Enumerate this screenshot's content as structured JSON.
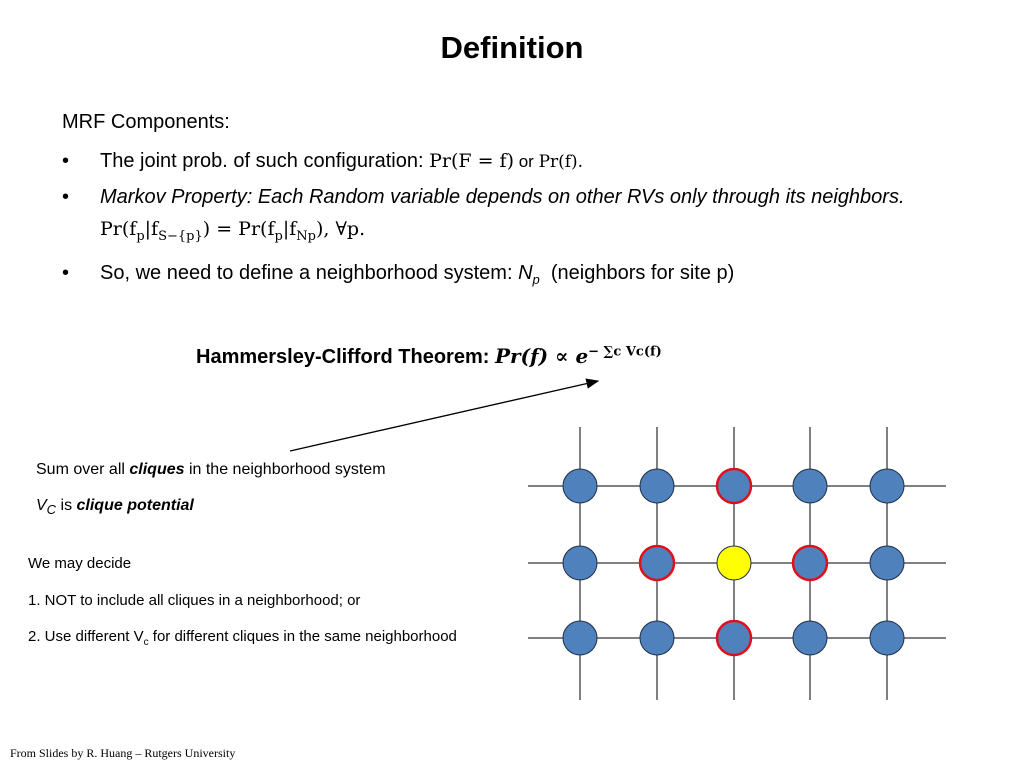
{
  "title": "Definition",
  "heading": "MRF Components:",
  "bullet_char": "•",
  "bullet1": {
    "text": "The joint prob. of such configuration: ",
    "math1": "Pr(F = f)",
    "or": " or ",
    "math2": "Pr(f)."
  },
  "bullet2": {
    "text": "Markov Property: Each Random variable depends on other RVs only through its neighbors. ",
    "math_prefix": "Pr(f",
    "math_sub_p": "p",
    "math_mid1": "|f",
    "math_sub_s": "S−{p}",
    "math_mid2": ") = Pr(f",
    "math_sub_p2": "p",
    "math_mid3": "|f",
    "math_sub_np": "Np",
    "math_end": "), ∀p."
  },
  "bullet3": {
    "text": "So, we need to define a neighborhood system: ",
    "np_letter": "N",
    "np_sub": "p",
    "suffix": "  (neighbors for site p)"
  },
  "theorem": {
    "label": "Hammersley-Clifford Theorem: ",
    "lhs": "Pr(f) ∝ e",
    "exponent": "− ∑c Vc(f)"
  },
  "note1": {
    "prefix": "Sum over all ",
    "emph": "cliques",
    "suffix": " in the neighborhood system"
  },
  "note2": {
    "v": "V",
    "v_sub": "C",
    "is": " is ",
    "emph": "clique potential"
  },
  "decide": {
    "line1": "We may decide",
    "line2": "1. NOT to include all cliques in a neighborhood; or",
    "line3_pre": "2. Use different V",
    "line3_sub": "c",
    "line3_post": " for different cliques in the same neighborhood"
  },
  "footer": "From Slides by R. Huang – Rutgers University",
  "colors": {
    "node_fill": "#4f81bd",
    "center_fill": "#ffff00",
    "highlight_stroke": "#e0101a",
    "arrow": "#000000"
  },
  "lattice": {
    "rows": 3,
    "cols": 5,
    "center": [
      1,
      2
    ],
    "highlighted": [
      [
        0,
        2
      ],
      [
        1,
        1
      ],
      [
        1,
        3
      ],
      [
        2,
        2
      ]
    ]
  }
}
